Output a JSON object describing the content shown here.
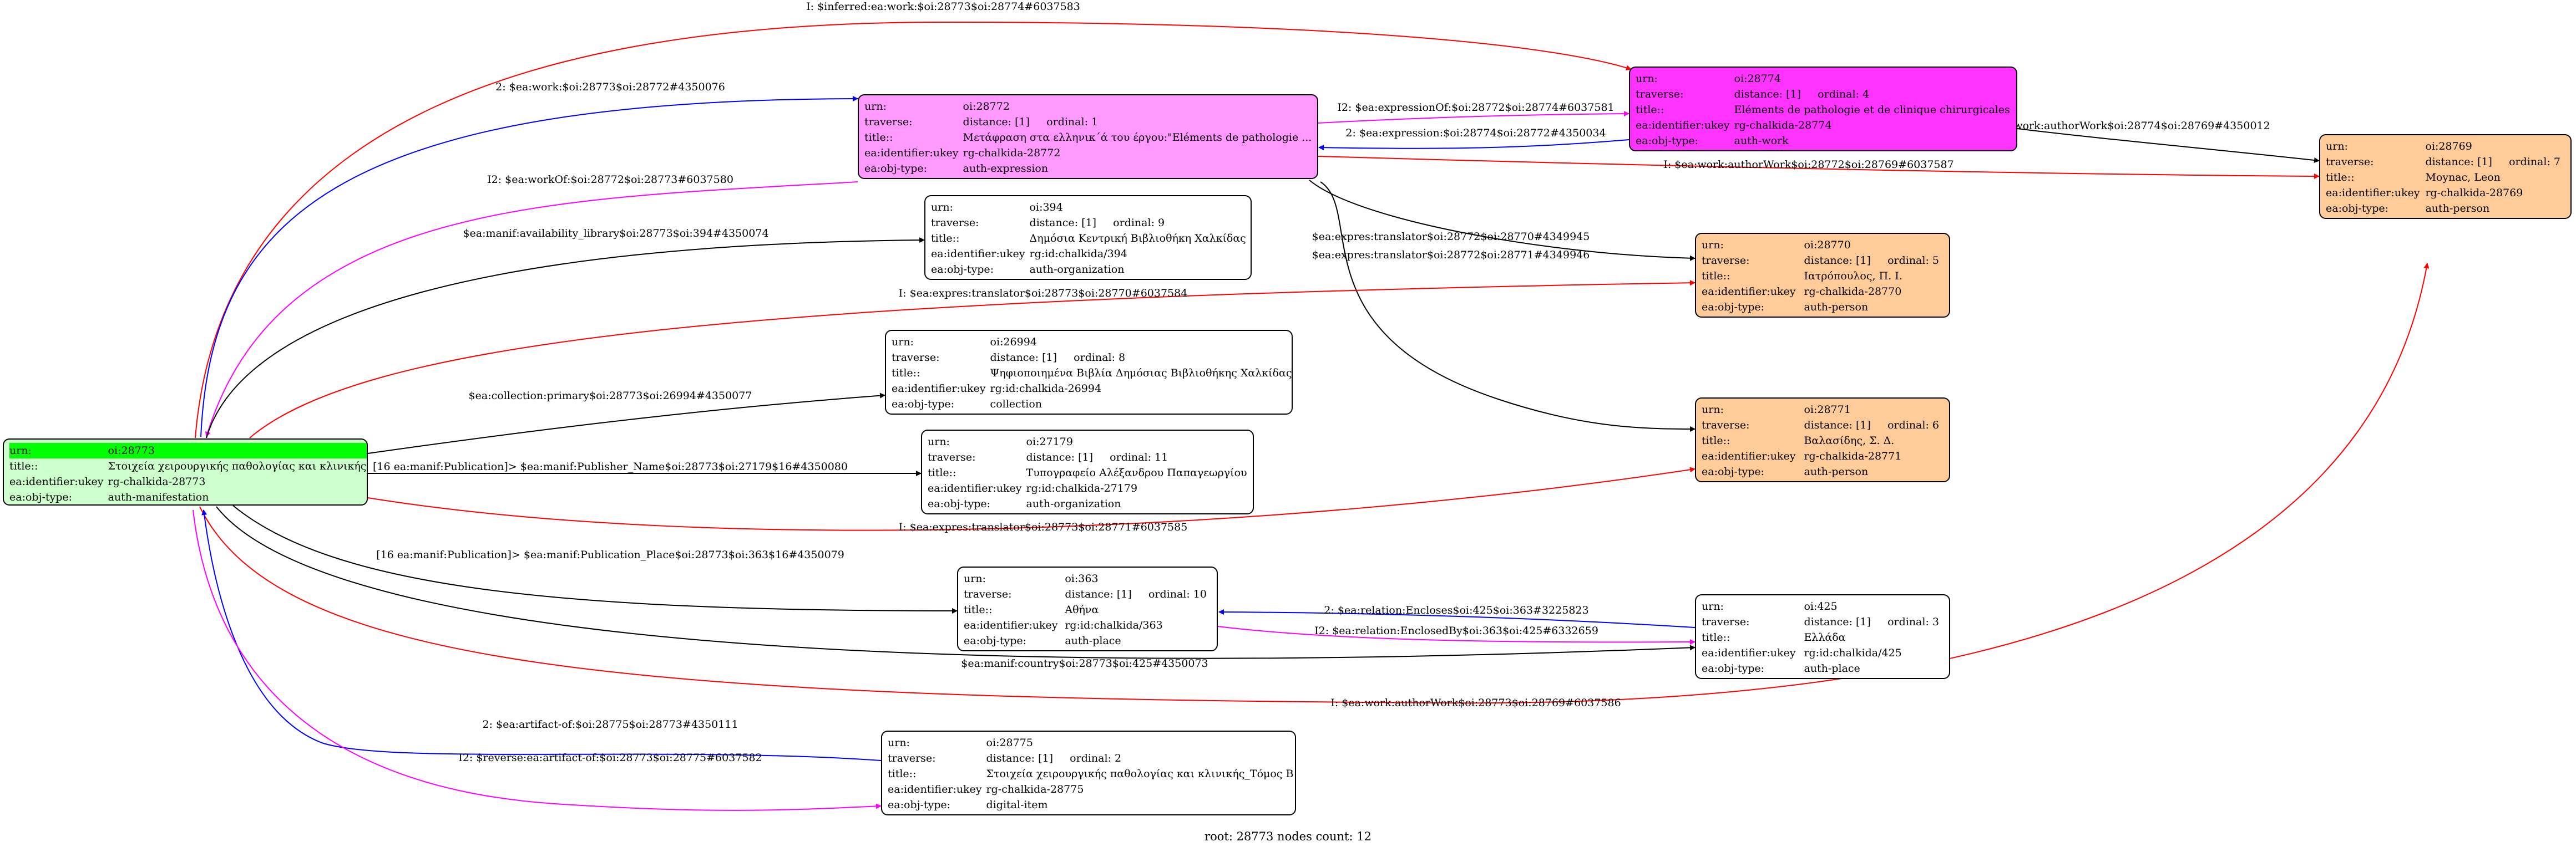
{
  "graph": {
    "footer": "root: 28773 nodes count: 12",
    "nodes": {
      "n28773": {
        "urn": "oi:28773",
        "title": "Στοιχεία χειρουργικής παθολογίας και κλινικής",
        "ukey": "rg-chalkida-28773",
        "objtype": "auth-manifestation",
        "fill": "#ccffcc"
      },
      "n28772": {
        "urn": "oi:28772",
        "traverse": "distance: [1]     ordinal: 1",
        "title": "Μετάφραση στα ελληνικ´ά του έργου:\"Eléments de pathologie ...",
        "ukey": "rg-chalkida-28772",
        "objtype": "auth-expression",
        "fill": "#ff99ff"
      },
      "n28774": {
        "urn": "oi:28774",
        "traverse": "distance: [1]     ordinal: 4",
        "title": "Eléments de pathologie et de clinique chirurgicales",
        "ukey": "rg-chalkida-28774",
        "objtype": "auth-work",
        "fill": "#ff33ff"
      },
      "n28769": {
        "urn": "oi:28769",
        "traverse": "distance: [1]     ordinal: 7",
        "title": "Moynac, Leon",
        "ukey": "rg-chalkida-28769",
        "objtype": "auth-person",
        "fill": "#ffcc99"
      },
      "n394": {
        "urn": "oi:394",
        "traverse": "distance: [1]     ordinal: 9",
        "title": "Δημόσια Κεντρική Βιβλιοθήκη Χαλκίδας",
        "ukey": "rg:id:chalkida/394",
        "objtype": "auth-organization",
        "fill": "#ffffff"
      },
      "n28770": {
        "urn": "oi:28770",
        "traverse": "distance: [1]     ordinal: 5",
        "title": "Ιατρόπουλος, Π. Ι.",
        "ukey": "rg-chalkida-28770",
        "objtype": "auth-person",
        "fill": "#ffcc99"
      },
      "n26994": {
        "urn": "oi:26994",
        "traverse": "distance: [1]     ordinal: 8",
        "title": "Ψηφιοποιημένα Βιβλία Δημόσιας Βιβλιοθήκης Χαλκίδας",
        "ukey": "rg:id:chalkida-26994",
        "objtype": "collection",
        "fill": "#ffffff"
      },
      "n28771": {
        "urn": "oi:28771",
        "traverse": "distance: [1]     ordinal: 6",
        "title": "Βαλασίδης, Σ. Δ.",
        "ukey": "rg-chalkida-28771",
        "objtype": "auth-person",
        "fill": "#ffcc99"
      },
      "n27179": {
        "urn": "oi:27179",
        "traverse": "distance: [1]     ordinal: 11",
        "title": "Τυπογραφείο Αλέξανδρου Παπαγεωργίου",
        "ukey": "rg:id:chalkida-27179",
        "objtype": "auth-organization",
        "fill": "#ffffff"
      },
      "n363": {
        "urn": "oi:363",
        "traverse": "distance: [1]     ordinal: 10",
        "title": "Αθήνα",
        "ukey": "rg:id:chalkida/363",
        "objtype": "auth-place",
        "fill": "#ffffff"
      },
      "n425": {
        "urn": "oi:425",
        "traverse": "distance: [1]     ordinal: 3",
        "title": "Ελλάδα",
        "ukey": "rg:id:chalkida/425",
        "objtype": "auth-place",
        "fill": "#ffffff"
      },
      "n28775": {
        "urn": "oi:28775",
        "traverse": "distance: [1]     ordinal: 2",
        "title": "Στοιχεία χειρουργικής παθολογίας και κλινικής_Τόμος Β",
        "ukey": "rg-chalkida-28775",
        "objtype": "digital-item",
        "fill": "#ffffff"
      }
    },
    "edges": [
      {
        "label": "I: $inferred:ea:work:$oi:28773$oi:28774#6037583",
        "color": "#ff0000"
      },
      {
        "label": "2: $ea:work:$oi:28773$oi:28772#4350076",
        "color": "#0000ff"
      },
      {
        "label": "I2: $ea:workOf:$oi:28772$oi:28773#6037580",
        "color": "#ff00ff"
      },
      {
        "label": "I2: $ea:expressionOf:$oi:28772$oi:28774#6037581",
        "color": "#ff00ff"
      },
      {
        "label": "2: $ea:expression:$oi:28774$oi:28772#4350034",
        "color": "#0000ff"
      },
      {
        "label": "$ea:work:authorWork$oi:28774$oi:28769#4350012",
        "color": "#000000"
      },
      {
        "label": "I: $ea:work:authorWork$oi:28772$oi:28769#6037587",
        "color": "#ff0000"
      },
      {
        "label": "$ea:manif:availability_library$oi:28773$oi:394#4350074",
        "color": "#000000"
      },
      {
        "label": "$ea:expres:translator$oi:28772$oi:28770#4349945",
        "color": "#000000"
      },
      {
        "label": "$ea:expres:translator$oi:28772$oi:28771#4349946",
        "color": "#000000"
      },
      {
        "label": "I: $ea:expres:translator$oi:28773$oi:28770#6037584",
        "color": "#ff0000"
      },
      {
        "label": "$ea:collection:primary$oi:28773$oi:26994#4350077",
        "color": "#000000"
      },
      {
        "label": "[16 ea:manif:Publication]> $ea:manif:Publisher_Name$oi:28773$oi:27179$16#4350080",
        "color": "#000000"
      },
      {
        "label": "I: $ea:expres:translator$oi:28773$oi:28771#6037585",
        "color": "#ff0000"
      },
      {
        "label": "[16 ea:manif:Publication]> $ea:manif:Publication_Place$oi:28773$oi:363$16#4350079",
        "color": "#000000"
      },
      {
        "label": "2: $ea:relation:Encloses$oi:425$oi:363#3225823",
        "color": "#0000ff"
      },
      {
        "label": "I2: $ea:relation:EnclosedBy$oi:363$oi:425#6332659",
        "color": "#ff00ff"
      },
      {
        "label": "$ea:manif:country$oi:28773$oi:425#4350073",
        "color": "#000000"
      },
      {
        "label": "I: $ea:work:authorWork$oi:28773$oi:28769#6037586",
        "color": "#ff0000"
      },
      {
        "label": "2: $ea:artifact-of:$oi:28775$oi:28773#4350111",
        "color": "#0000ff"
      },
      {
        "label": "I2: $reverse:ea:artifact-of:$oi:28773$oi:28775#6037582",
        "color": "#ff00ff"
      }
    ]
  }
}
